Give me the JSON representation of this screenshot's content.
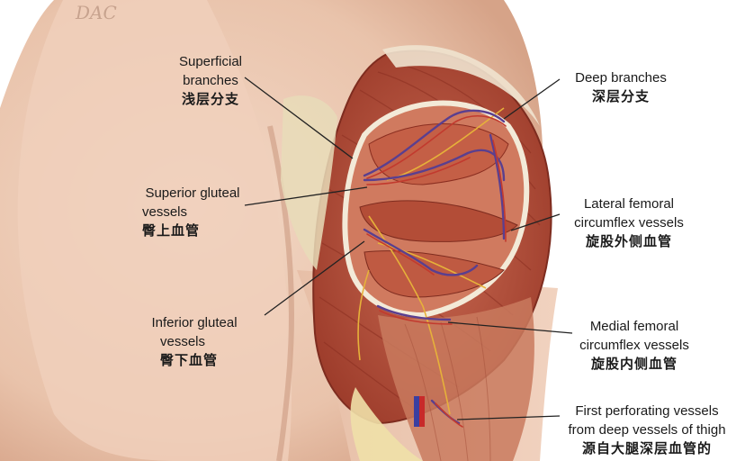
{
  "watermark": "DAC",
  "labels": {
    "superficial": {
      "en1": "Superficial",
      "en2": "branches",
      "zh": "浅层分支"
    },
    "deep": {
      "en1": "Deep branches",
      "zh": "深层分支"
    },
    "superior": {
      "en1": "Superior gluteal",
      "en2": "vessels",
      "zh": "臀上血管"
    },
    "lateral": {
      "en1": "Lateral femoral",
      "en2": "circumflex vessels",
      "zh": "旋股外侧血管"
    },
    "inferior": {
      "en1": "Inferior gluteal",
      "en2": "vessels",
      "zh": "臀下血管"
    },
    "medial": {
      "en1": "Medial femoral",
      "en2": "circumflex vessels",
      "zh": "旋股内侧血管"
    },
    "perforating": {
      "en1": "First perforating vessels",
      "en2": "from deep vessels of thigh",
      "zh": "源自大腿深层血管的"
    }
  },
  "colors": {
    "skin": "#ecc8b2",
    "skin_shadow": "#d9a98f",
    "muscle": "#b9553f",
    "muscle_dark": "#8e3526",
    "fascia": "#e8dcc6",
    "vein": "#5a3f8f",
    "artery": "#c23a2e",
    "nerve": "#e8b23a",
    "leader": "#222222"
  }
}
